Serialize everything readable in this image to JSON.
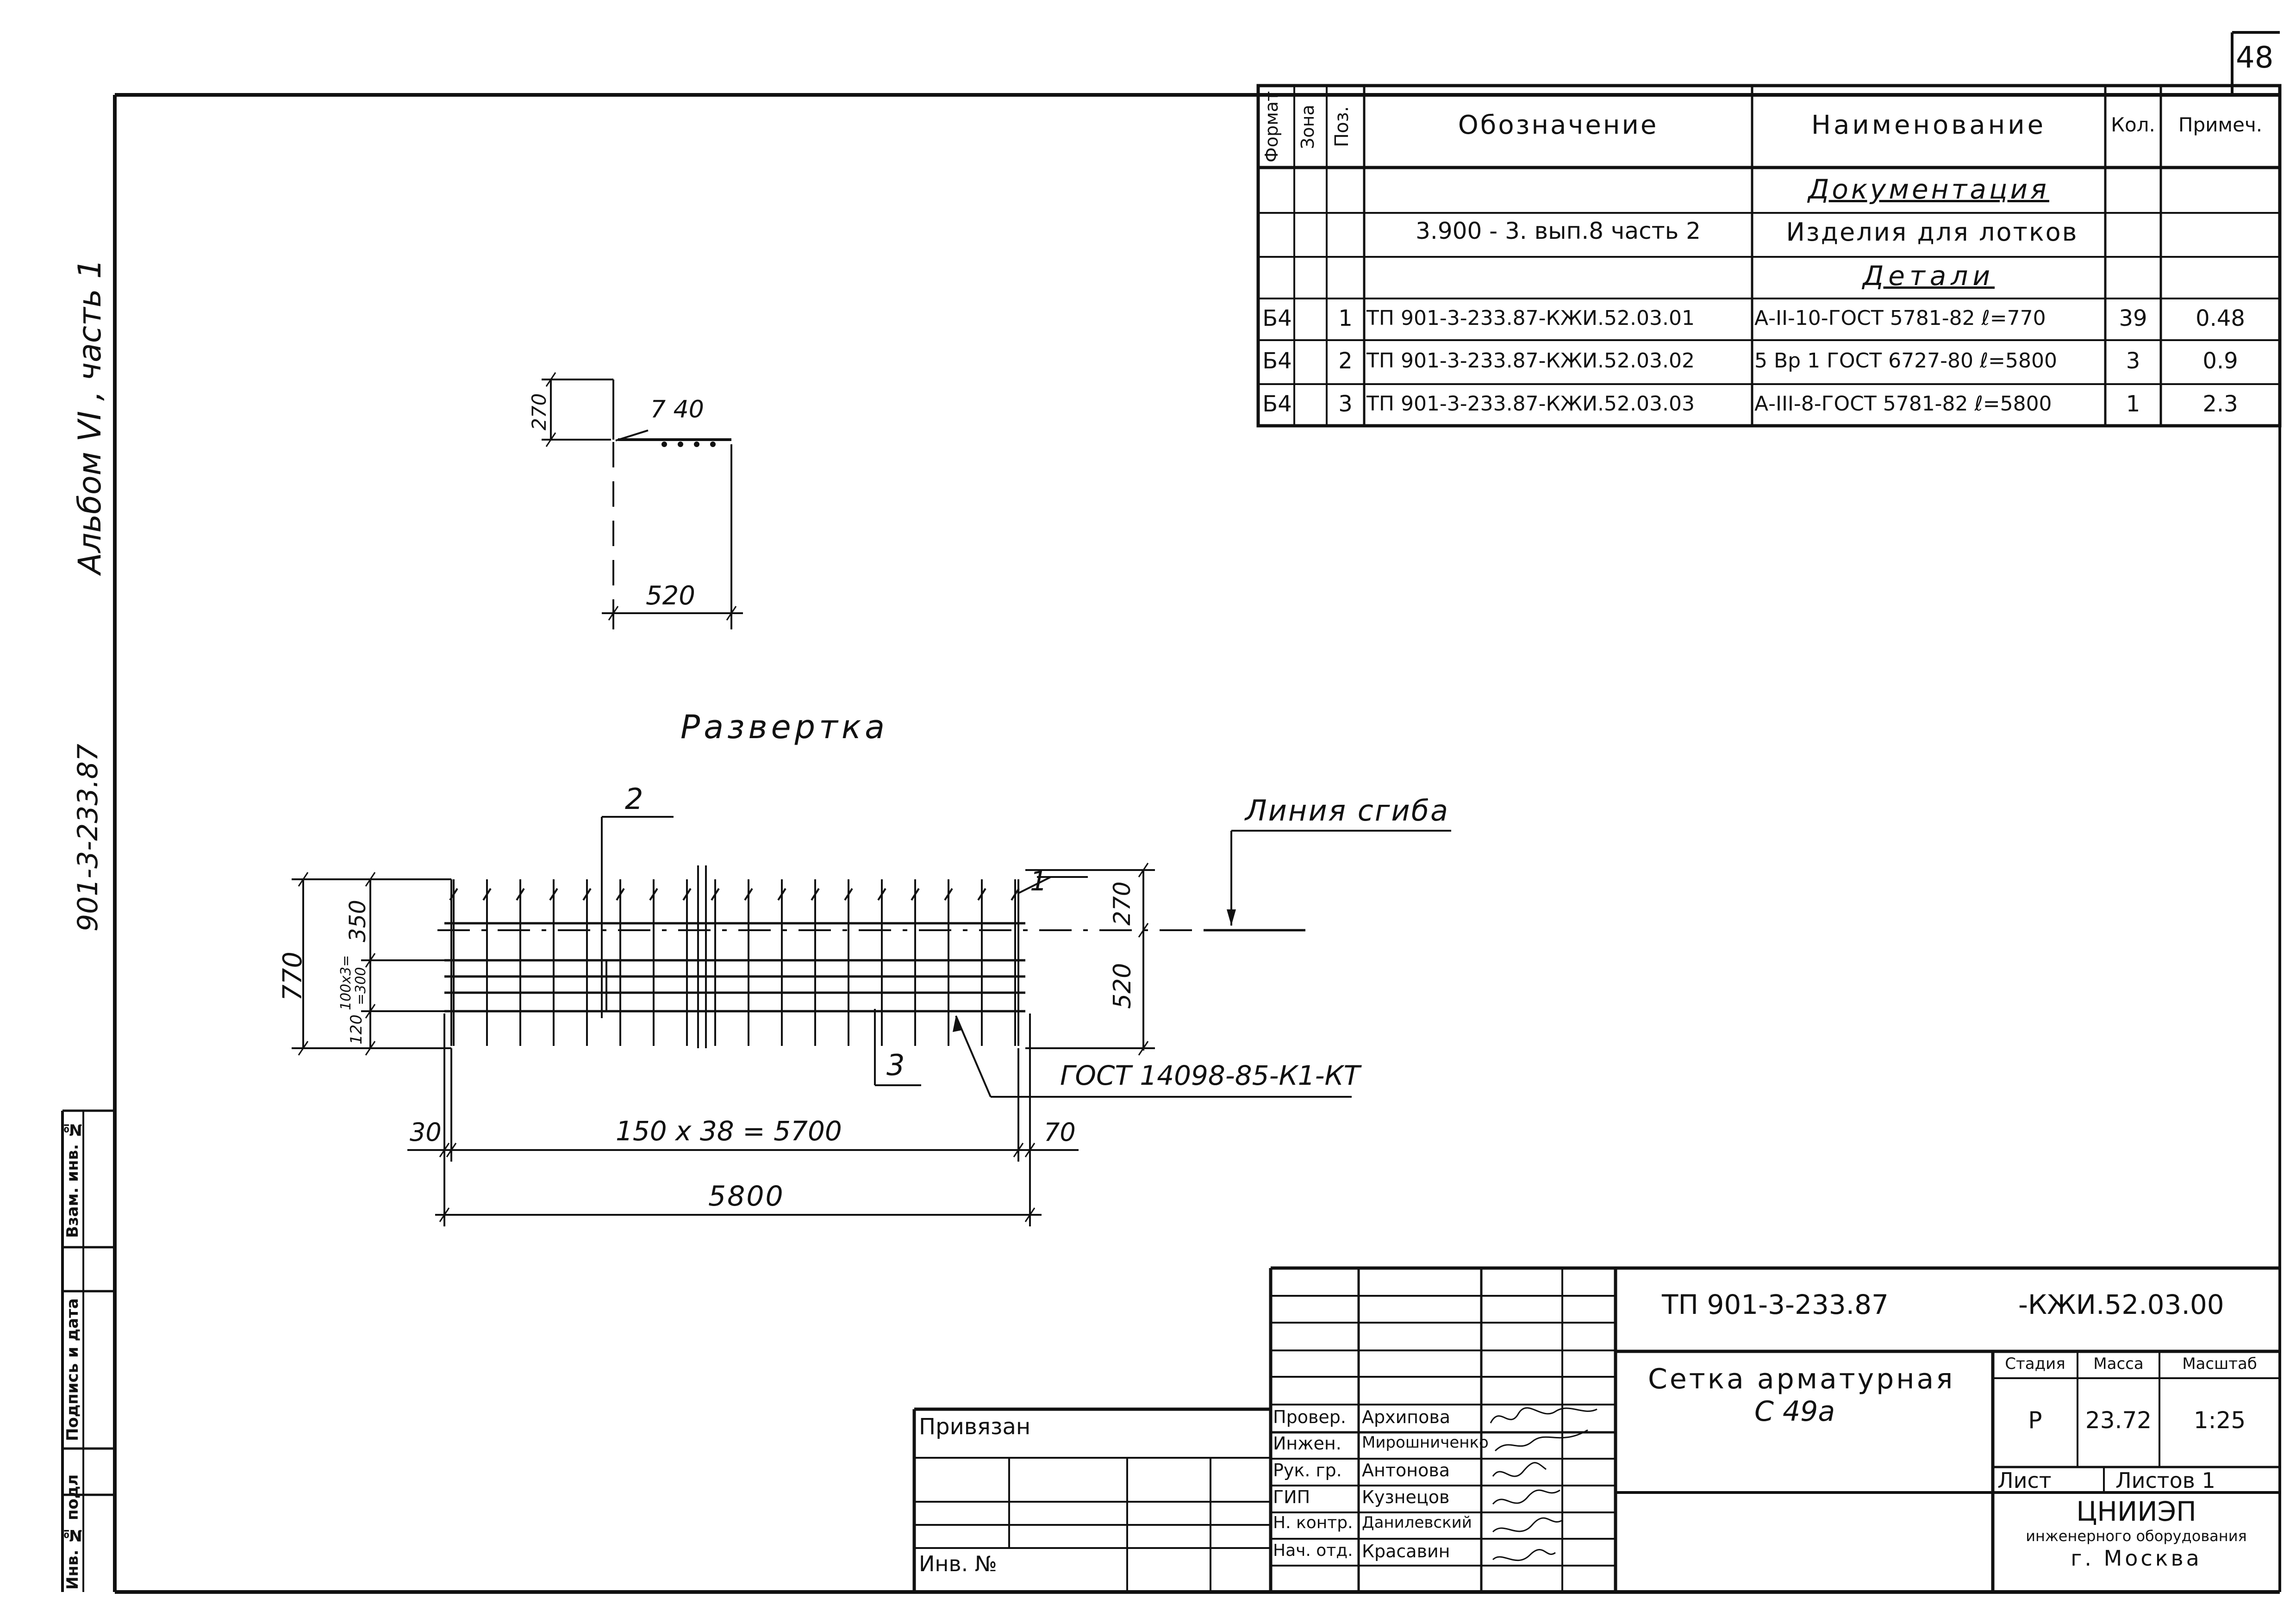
{
  "page_number": "48",
  "side_labels": {
    "album": "Альбом VI , часть 1",
    "project": "901-3-233.87",
    "stamp": [
      "Инв. № подл",
      "Подпись и дата",
      "Взам. инв. №"
    ]
  },
  "spec_table": {
    "headers": {
      "format": "Формат",
      "zone": "Зона",
      "pos": "Поз.",
      "designation": "Обозначение",
      "name": "Наименование",
      "qty": "Кол.",
      "note": "Примеч."
    },
    "rows": [
      {
        "format": "",
        "zone": "",
        "pos": "",
        "designation": "",
        "name": "Документация",
        "qty": "",
        "note": ""
      },
      {
        "format": "",
        "zone": "",
        "pos": "",
        "designation": "3.900 - 3. вып.8 часть 2",
        "name": "Изделия для лотков",
        "qty": "",
        "note": ""
      },
      {
        "format": "",
        "zone": "",
        "pos": "",
        "designation": "",
        "name": "Детали",
        "qty": "",
        "note": ""
      },
      {
        "format": "Б4",
        "zone": "",
        "pos": "1",
        "designation": "ТП 901-3-233.87-КЖИ.52.03.01",
        "name": "А-II-10-ГОСТ 5781-82 ℓ=770",
        "qty": "39",
        "note": "0.48"
      },
      {
        "format": "Б4",
        "zone": "",
        "pos": "2",
        "designation": "ТП 901-3-233.87-КЖИ.52.03.02",
        "name": "5 Вр 1 ГОСТ 6727-80 ℓ=5800",
        "qty": "3",
        "note": "0.9"
      },
      {
        "format": "Б4",
        "zone": "",
        "pos": "3",
        "designation": "ТП 901-3-233.87-КЖИ.52.03.03",
        "name": "А-III-8-ГОСТ 5781-82 ℓ=5800",
        "qty": "1",
        "note": "2.3"
      }
    ]
  },
  "drawing": {
    "section": {
      "dim_height": "270",
      "dim_width": "520",
      "spacing": "7 40"
    },
    "razvertka_title": "Развертка",
    "bend_line_label": "Линия сгиба",
    "gost_label": "ГОСТ 14098-85-К1-КТ",
    "pos_labels": [
      "1",
      "2",
      "3"
    ],
    "dim_left_total": "770",
    "dim_left_top": "350",
    "dim_left_mid": "100х3= =300",
    "dim_left_bottom": "120",
    "dim_right_top": "270",
    "dim_right_bottom": "520",
    "dim_30": "30",
    "dim_70": "70",
    "dim_spacing": "150 х 38 = 5700",
    "dim_total": "5800"
  },
  "title_block": {
    "privyazan": "Привязан",
    "inv_no": "Инв. №",
    "roles": [
      {
        "role": "Провер.",
        "name": "Архипова"
      },
      {
        "role": "Инжен.",
        "name": "Мирошниченко"
      },
      {
        "role": "Рук. гр.",
        "name": "Антонова"
      },
      {
        "role": "ГИП",
        "name": "Кузнецов"
      },
      {
        "role": "Н. контр.",
        "name": "Данилевский"
      },
      {
        "role": "Нач. отд.",
        "name": "Красавин"
      }
    ],
    "doc_code_left": "ТП 901-3-233.87",
    "doc_code_right": "-КЖИ.52.03.00",
    "title_line1": "Сетка арматурная",
    "title_line2": "С 49а",
    "stage_label": "Стадия",
    "mass_label": "Масса",
    "scale_label": "Масштаб",
    "stage": "Р",
    "mass": "23.72",
    "scale": "1:25",
    "sheet_label": "Лист",
    "sheets_label": "Листов 1",
    "org_name": "ЦНИИЭП",
    "org_sub": "инженерного оборудования",
    "org_city": "г. Москва"
  }
}
